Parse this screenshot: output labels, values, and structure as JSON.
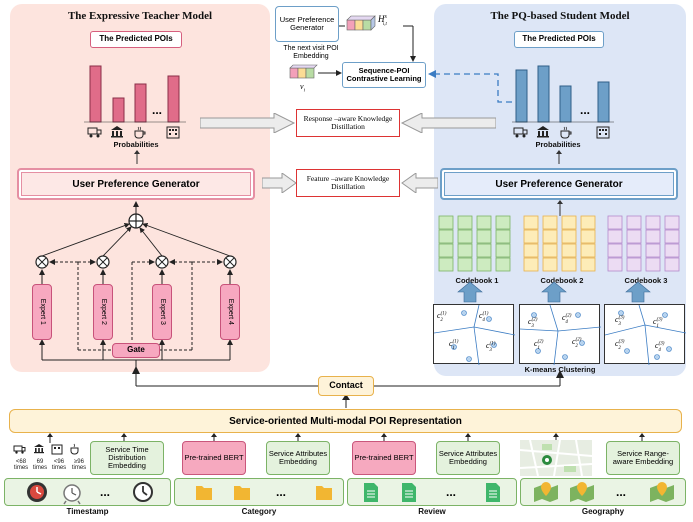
{
  "teacher": {
    "title": "The Expressive Teacher Model",
    "predicted": "The Predicted POIs",
    "probabilities": "Probabilities",
    "upg": "User Preference Generator",
    "experts": [
      "Expert 1",
      "Expert 2",
      "Expert 3",
      "Expert 4"
    ],
    "gate": "Gate",
    "ellipsis": "..."
  },
  "student": {
    "title": "The PQ-based Student Model",
    "predicted": "The Predicted POIs",
    "probabilities": "Probabilities",
    "upg": "User Preference Generator",
    "codebooks": [
      "Codebook 1",
      "Codebook 2",
      "Codebook 3"
    ],
    "kmeans": "K-means Clustering",
    "ellipsis": "..."
  },
  "center": {
    "upg_small": "User Preference Generator",
    "h_label": "H",
    "h_sup": "s",
    "h_sub": "i,t",
    "next_visit": "The next visit POI Embedding",
    "v_label": "v",
    "v_sub": "i",
    "seq_poi": "Sequence-POI Contrastive Learning",
    "response_kd": "Response –aware Knowledge Distillation",
    "feature_kd": "Feature –aware Knowledge Distillation",
    "contact": "Contact"
  },
  "bottom": {
    "mm_title": "Service-oriented Multi-modal POI Representation",
    "time_emb": "Service Time Distribution Embedding",
    "bert1": "Pre-trained BERT",
    "attr1": "Service Attributes Embedding",
    "bert2": "Pre-trained BERT",
    "attr2": "Service Attributes Embedding",
    "range_emb": "Service Range-aware Embedding",
    "time_counts": [
      "<68 times",
      "69 times",
      "<96 times",
      "≥96 times"
    ],
    "ellipsis": "...",
    "categories": [
      "Timestamp",
      "Category",
      "Review",
      "Geography"
    ]
  },
  "clusters": [
    {
      "labels": [
        "c",
        "c",
        "c",
        "c"
      ],
      "sup": "(1)",
      "subs": [
        "2",
        "4",
        "1",
        "3"
      ]
    },
    {
      "labels": [
        "c",
        "c",
        "c",
        "c"
      ],
      "sup": "(2)",
      "subs": [
        "3",
        "4",
        "1",
        "2"
      ]
    },
    {
      "labels": [
        "c",
        "c",
        "c",
        "c"
      ],
      "sup": "(3)",
      "subs": [
        "3",
        "1",
        "2",
        "4"
      ]
    }
  ],
  "colors": {
    "teacher_bg": "#fde4de",
    "student_bg": "#dde6f6",
    "teacher_bar": "#e06c89",
    "student_bar": "#6d9fc8"
  }
}
